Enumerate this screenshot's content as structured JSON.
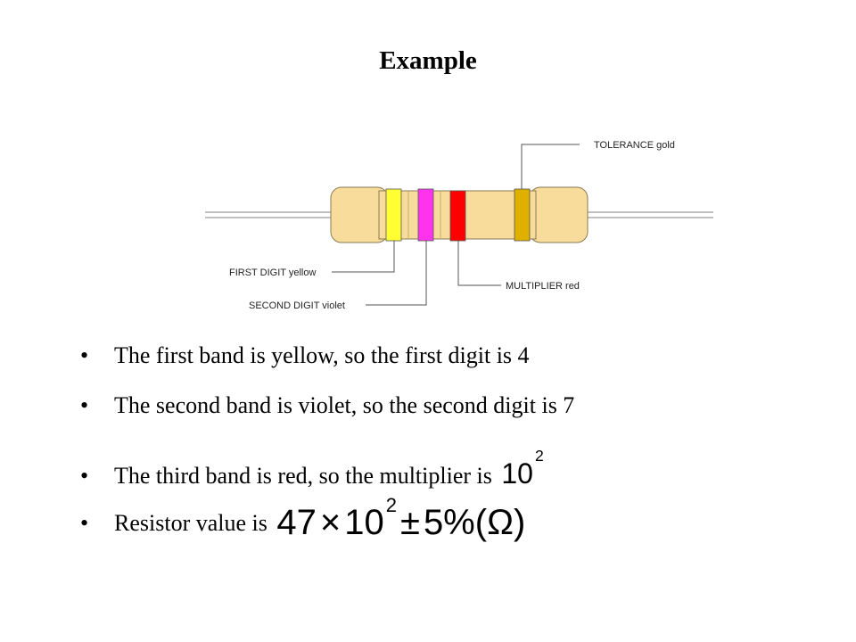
{
  "title": "Example",
  "resistor": {
    "body_color": "#f8dc9c",
    "bands": [
      {
        "name": "first-digit",
        "color": "#ffff33"
      },
      {
        "name": "second-digit",
        "color": "#ff33ee"
      },
      {
        "name": "multiplier",
        "color": "#ff0000"
      },
      {
        "name": "tolerance",
        "color": "#e0b000"
      }
    ],
    "labels": {
      "tolerance": "TOLERANCE gold",
      "first_digit": "FIRST DIGIT yellow",
      "second_digit": "SECOND DIGIT violet",
      "multiplier": "MULTIPLIER red"
    }
  },
  "bullets": [
    {
      "text": "The first band is yellow, so the first digit is 4"
    },
    {
      "text": "The second band is violet, so the second digit is 7"
    },
    {
      "text": "The third band is red, so the multiplier is",
      "math": {
        "base": "10",
        "exp": "2"
      }
    },
    {
      "text": "Resistor value is",
      "math": {
        "mantissa": "47",
        "times": "×",
        "base": "10",
        "exp": "2",
        "pm": "±",
        "tolerance": "5%",
        "unit": "(Ω)"
      }
    }
  ],
  "bullet_symbol": "•"
}
